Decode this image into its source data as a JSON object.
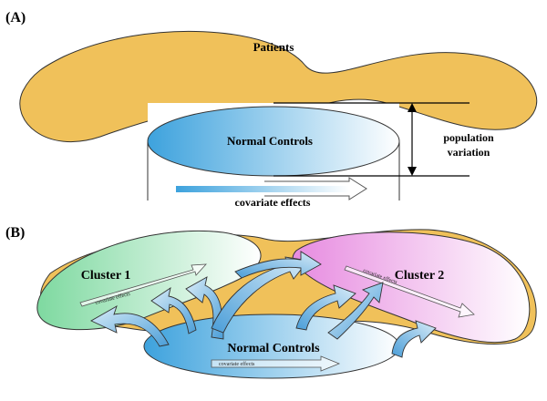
{
  "panel_a": {
    "label": "(A)",
    "patients": "Patients",
    "normal_controls": "Normal Controls",
    "population_variation_line1": "population",
    "population_variation_line2": "variation",
    "covariate_effects": "covariate effects"
  },
  "panel_b": {
    "label": "(B)",
    "cluster1": "Cluster 1",
    "cluster2": "Cluster 2",
    "normal_controls": "Normal Controls",
    "covariate_effects_small_1": "covariate effects",
    "covariate_effects_small_2": "covariate effects",
    "covariate_effects_small_3": "covariate effects"
  },
  "colors": {
    "patients_fill": "#F0C15A",
    "control_blue": "#3DA2DD",
    "cluster1_green": "#7ED9A0",
    "cluster2_pink": "#E78BE0",
    "arrow_fill": "#9FC6E7"
  }
}
